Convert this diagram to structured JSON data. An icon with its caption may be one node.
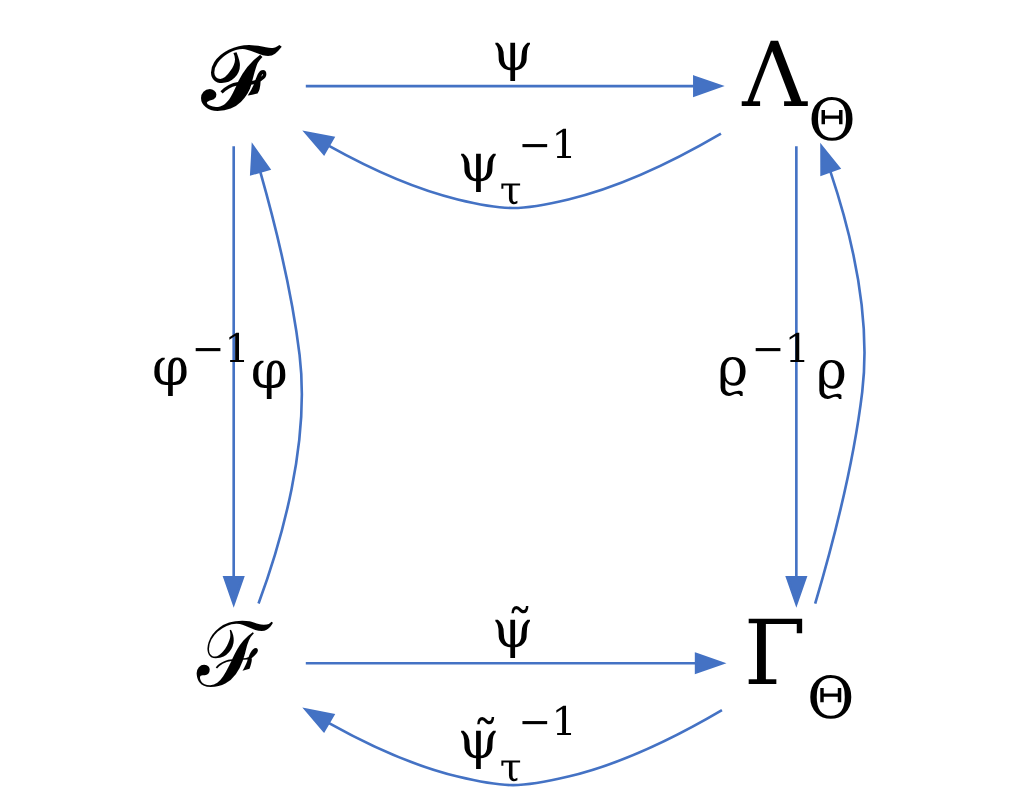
{
  "diagram": {
    "nodes": [
      {
        "text": [
          "𝓕"
        ]
      },
      {
        "text": [
          "Λ$_{Θ}$"
        ]
      },
      {
        "text": [
          "ℱ"
        ]
      },
      {
        "text": [
          "Γ$_{Θ}$"
        ]
      }
    ],
    "edges": [
      {
        "from": 0,
        "to": 1,
        "arrow": "to",
        "label": "ψ"
      },
      {
        "from": 1,
        "to": 0,
        "arrow": "to",
        "label": "ψ$_{τ}$$^{−1}$"
      },
      {
        "from": 2,
        "to": 0,
        "arrow": "to",
        "label": "φ"
      },
      {
        "from": 0,
        "to": 2,
        "arrow": "to",
        "label": "φ$^{−1}$"
      },
      {
        "from": 3,
        "to": 1,
        "arrow": "to",
        "label": "ϱ"
      },
      {
        "from": 1,
        "to": 3,
        "arrow": "to",
        "label": "ϱ$^{−1}$"
      },
      {
        "from": 2,
        "to": 3,
        "arrow": "to",
        "label": "ψ̃"
      },
      {
        "from": 3,
        "to": 2,
        "arrow": "to",
        "label": "ψ̃$_{τ}$$^{−1}$"
      }
    ]
  }
}
